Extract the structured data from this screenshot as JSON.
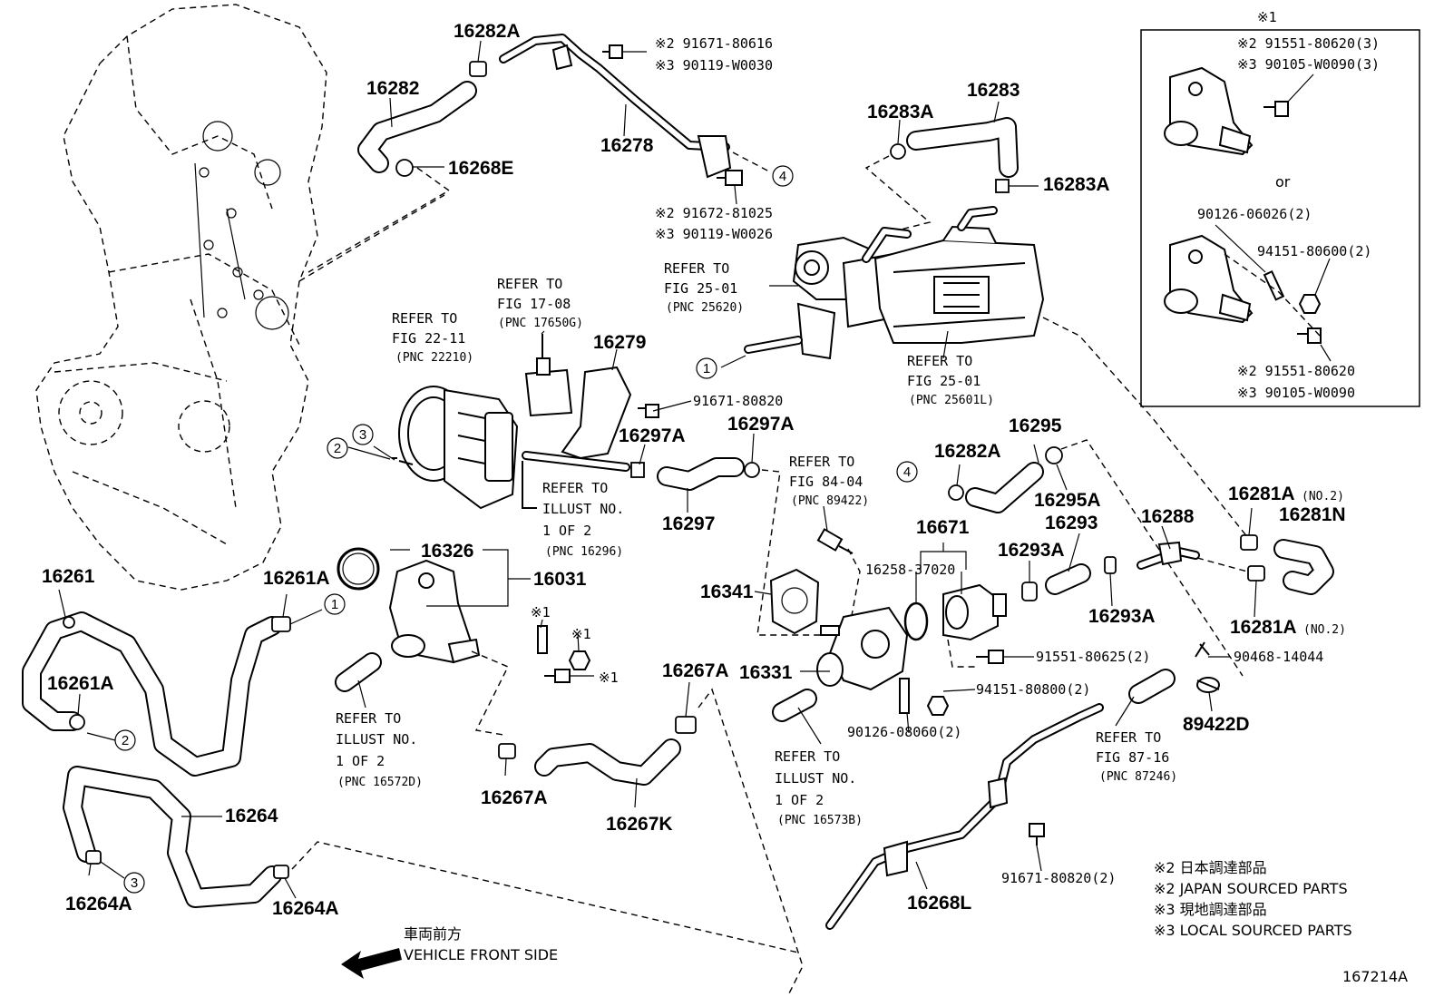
{
  "diagram_id": "167214A",
  "labels": {
    "p16282A": "16282A",
    "p16282": "16282",
    "p16268E": "16268E",
    "p16278": "16278",
    "bolt1_a": "※2 91671-80616",
    "bolt1_b": "※3 90119-W0030",
    "bolt2_a": "※2 91672-81025",
    "bolt2_b": "※3 90119-W0026",
    "p16283": "16283",
    "p16283A_1": "16283A",
    "p16283A_2": "16283A",
    "ref2501a_1": "REFER TO",
    "ref2501a_2": "FIG 25-01",
    "ref2501a_3": "(PNC 25620)",
    "ref2501b_1": "REFER TO",
    "ref2501b_2": "FIG 25-01",
    "ref2501b_3": "(PNC 25601L)",
    "ref1708_1": "REFER TO",
    "ref1708_2": "FIG 17-08",
    "ref1708_3": "(PNC 17650G)",
    "ref2211_1": "REFER TO",
    "ref2211_2": "FIG 22-11",
    "ref2211_3": "(PNC 22210)",
    "p16279": "16279",
    "bolt3": "91671-80820",
    "p16297A_1": "16297A",
    "p16297A_2": "16297A",
    "p16297": "16297",
    "refIll1_1": "REFER TO",
    "refIll1_2": "ILLUST NO.",
    "refIll1_3": "1 OF 2",
    "refIll1_4": "(PNC 16296)",
    "ref8404_1": "REFER TO",
    "ref8404_2": "FIG 84-04",
    "ref8404_3": "(PNC 89422)",
    "p16282A_2": "16282A",
    "p16295": "16295",
    "p16295A": "16295A",
    "p16293": "16293",
    "p16293A_1": "16293A",
    "p16293A_2": "16293A",
    "p16671": "16671",
    "p16258": "16258-37020",
    "p16341": "16341",
    "p16331": "16331",
    "p16288": "16288",
    "p16281A_1": "16281A",
    "p16281A_1n": "(NO.2)",
    "p16281A_2": "16281A",
    "p16281A_2n": "(NO.2)",
    "p16281N": "16281N",
    "bolt4": "91551-80625(2)",
    "bolt5": "90468-14044",
    "bolt6": "94151-80800(2)",
    "bolt7": "90126-08060(2)",
    "p89422D": "89422D",
    "ref8716_1": "REFER TO",
    "ref8716_2": "FIG 87-16",
    "ref8716_3": "(PNC 87246)",
    "p16326": "16326",
    "p16031": "16031",
    "note1_a": "※1",
    "note1_b": "※1",
    "note1_c": "※1",
    "p16261": "16261",
    "p16261A_1": "16261A",
    "p16261A_2": "16261A",
    "p16264": "16264",
    "p16264A_1": "16264A",
    "p16264A_2": "16264A",
    "p16267A_1": "16267A",
    "p16267A_2": "16267A",
    "p16267K": "16267K",
    "refIll2_1": "REFER TO",
    "refIll2_2": "ILLUST NO.",
    "refIll2_3": "1 OF 2",
    "refIll2_4": "(PNC 16572D)",
    "refIll3_1": "REFER TO",
    "refIll3_2": "ILLUST NO.",
    "refIll3_3": "1 OF 2",
    "refIll3_4": "(PNC 16573B)",
    "p16268L": "16268L",
    "bolt8": "91671-80820(2)",
    "inset_title": "※1",
    "inset_b1a": "※2 91551-80620(3)",
    "inset_b1b": "※3 90105-W0090(3)",
    "inset_or": "or",
    "inset_b2": "90126-06026(2)",
    "inset_b3": "94151-80600(2)",
    "inset_b4a": "※2 91551-80620",
    "inset_b4b": "※3 90105-W0090",
    "legend_1": "※2 日本調達部品",
    "legend_2": "※2 JAPAN SOURCED PARTS",
    "legend_3": "※3 現地調達部品",
    "legend_4": "※3 LOCAL SOURCED PARTS",
    "front_jp": "車両前方",
    "front_en": "VEHICLE FRONT SIDE"
  },
  "callouts": {
    "c1": "1",
    "c2": "2",
    "c3": "3",
    "c4": "4"
  }
}
